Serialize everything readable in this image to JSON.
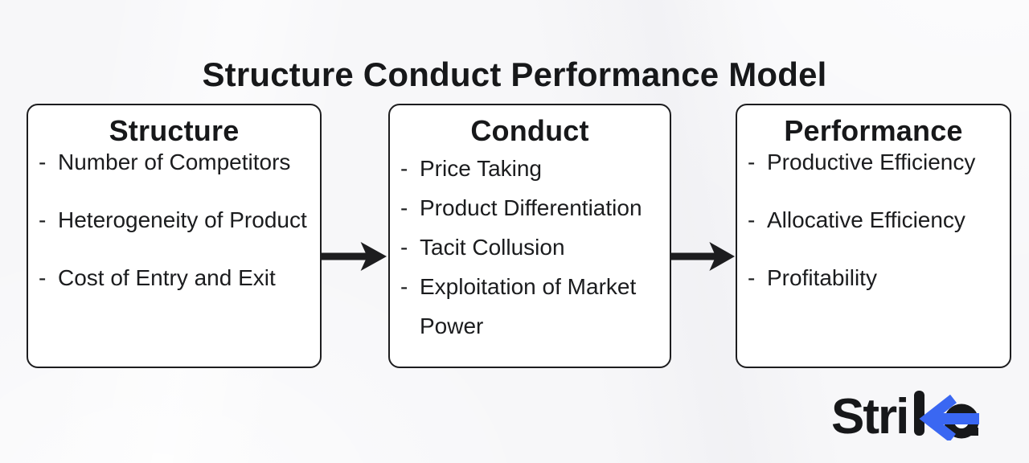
{
  "title": "Structure Conduct Performance Model",
  "list_marker": "-",
  "columns": [
    {
      "heading": "Structure",
      "items": [
        "Number of Competitors",
        "Heterogeneity of Product",
        "Cost of Entry and Exit"
      ]
    },
    {
      "heading": "Conduct",
      "items": [
        "Price Taking",
        "Product Differentiation",
        "Tacit Collusion",
        "Exploitation of Market Power"
      ]
    },
    {
      "heading": "Performance",
      "items": [
        "Productive Efficiency",
        "Allocative Efficiency",
        "Profitability"
      ]
    }
  ],
  "logo": {
    "word": "Strike",
    "prefix": "Stri",
    "suffix": "e"
  },
  "colors": {
    "brand_blue": "#3A67F2",
    "ink": "#17181A",
    "box_border": "#1D1D1F",
    "box_background": "#FFFFFF",
    "page_background": "#F7F7F9"
  }
}
